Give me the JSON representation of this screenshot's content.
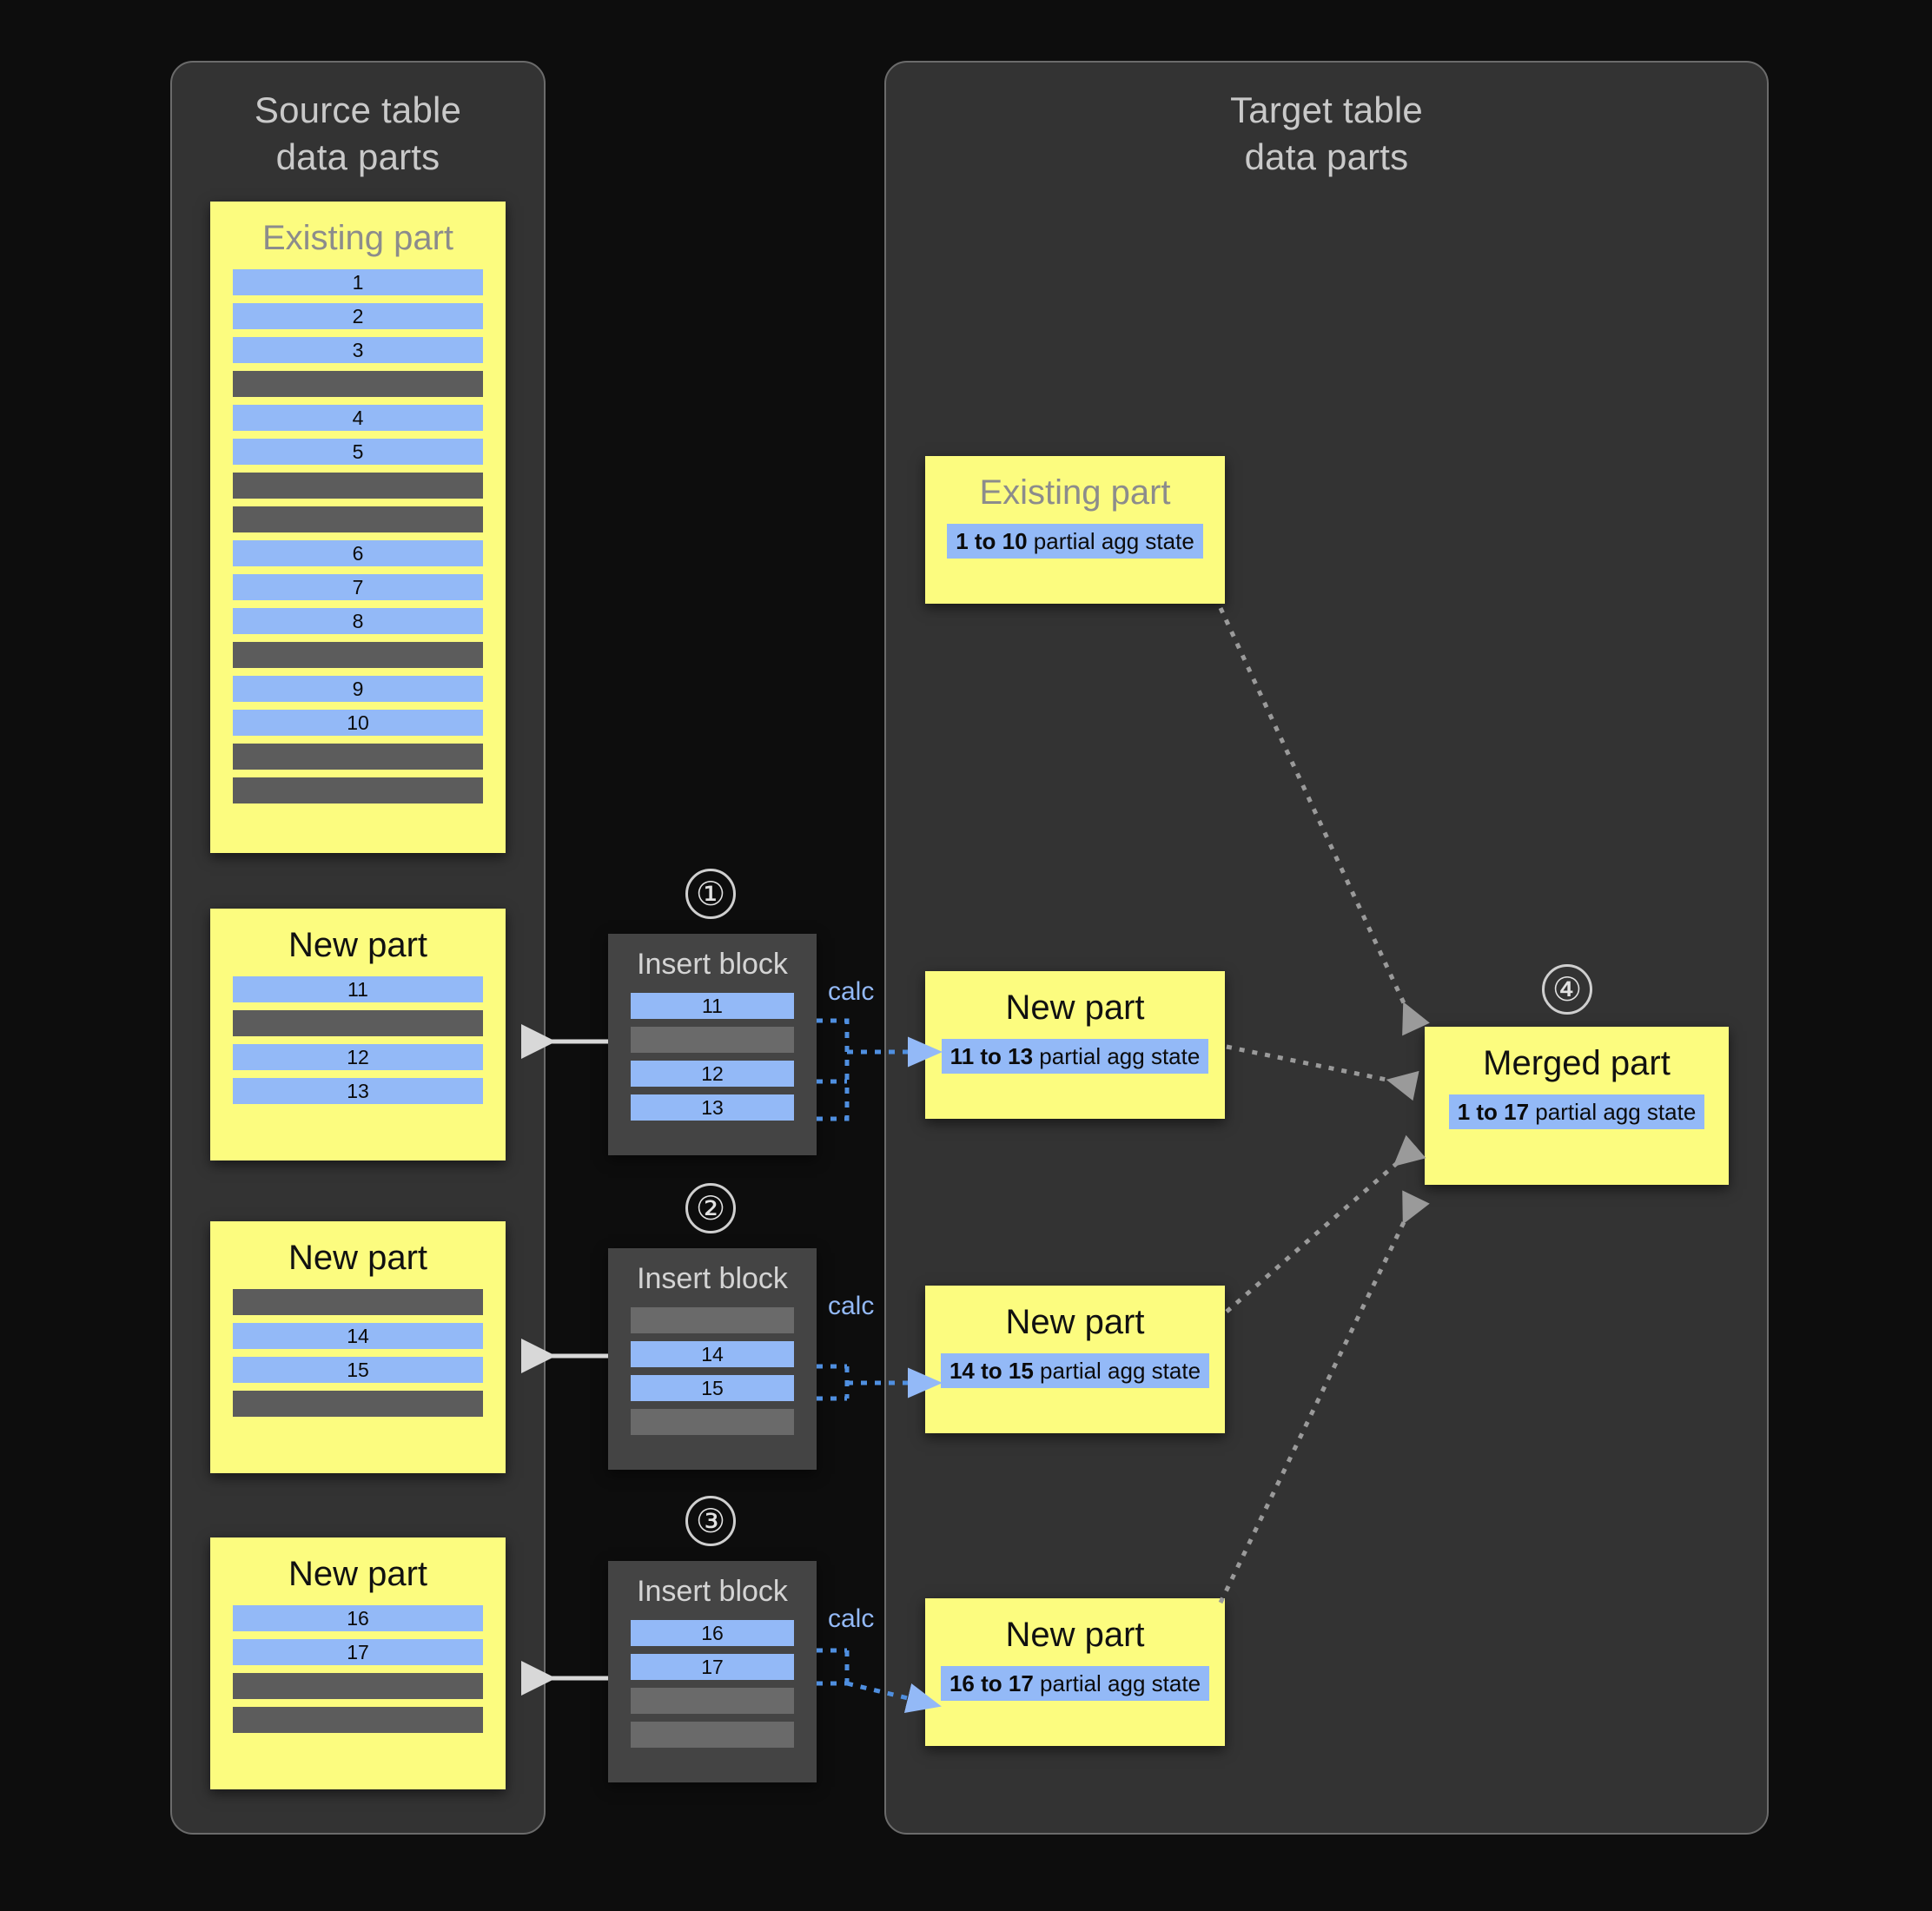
{
  "source_panel": {
    "title": "Source table\ndata parts",
    "parts": [
      {
        "title": "Existing part",
        "muted": true,
        "rows": [
          {
            "type": "blue",
            "label": "1"
          },
          {
            "type": "blue",
            "label": "2"
          },
          {
            "type": "blue",
            "label": "3"
          },
          {
            "type": "gray",
            "label": ""
          },
          {
            "type": "blue",
            "label": "4"
          },
          {
            "type": "blue",
            "label": "5"
          },
          {
            "type": "gray",
            "label": ""
          },
          {
            "type": "gray",
            "label": ""
          },
          {
            "type": "blue",
            "label": "6"
          },
          {
            "type": "blue",
            "label": "7"
          },
          {
            "type": "blue",
            "label": "8"
          },
          {
            "type": "gray",
            "label": ""
          },
          {
            "type": "blue",
            "label": "9"
          },
          {
            "type": "blue",
            "label": "10"
          },
          {
            "type": "gray",
            "label": ""
          },
          {
            "type": "gray",
            "label": ""
          }
        ]
      },
      {
        "title": "New part",
        "muted": false,
        "rows": [
          {
            "type": "blue",
            "label": "11"
          },
          {
            "type": "gray",
            "label": ""
          },
          {
            "type": "blue",
            "label": "12"
          },
          {
            "type": "blue",
            "label": "13"
          }
        ]
      },
      {
        "title": "New part",
        "muted": false,
        "rows": [
          {
            "type": "gray",
            "label": ""
          },
          {
            "type": "blue",
            "label": "14"
          },
          {
            "type": "blue",
            "label": "15"
          },
          {
            "type": "gray",
            "label": ""
          }
        ]
      },
      {
        "title": "New part",
        "muted": false,
        "rows": [
          {
            "type": "blue",
            "label": "16"
          },
          {
            "type": "blue",
            "label": "17"
          },
          {
            "type": "gray",
            "label": ""
          },
          {
            "type": "gray",
            "label": ""
          }
        ]
      }
    ]
  },
  "insert_blocks": [
    {
      "step": "①",
      "title": "Insert block",
      "calc_label": "calc",
      "rows": [
        {
          "type": "blue",
          "label": "11"
        },
        {
          "type": "gray",
          "label": ""
        },
        {
          "type": "blue",
          "label": "12"
        },
        {
          "type": "blue",
          "label": "13"
        }
      ]
    },
    {
      "step": "②",
      "title": "Insert block",
      "calc_label": "calc",
      "rows": [
        {
          "type": "gray",
          "label": ""
        },
        {
          "type": "blue",
          "label": "14"
        },
        {
          "type": "blue",
          "label": "15"
        },
        {
          "type": "gray",
          "label": ""
        }
      ]
    },
    {
      "step": "③",
      "title": "Insert block",
      "calc_label": "calc",
      "rows": [
        {
          "type": "blue",
          "label": "16"
        },
        {
          "type": "blue",
          "label": "17"
        },
        {
          "type": "gray",
          "label": ""
        },
        {
          "type": "gray",
          "label": ""
        }
      ]
    }
  ],
  "target_panel": {
    "title": "Target table\ndata parts",
    "merge_step": "④",
    "parts": [
      {
        "title": "Existing part",
        "muted": true,
        "agg_range": "1 to 10",
        "agg_suffix": " partial agg state"
      },
      {
        "title": "New part",
        "muted": false,
        "agg_range": "11 to 13",
        "agg_suffix": " partial agg state"
      },
      {
        "title": "New part",
        "muted": false,
        "agg_range": "14 to 15",
        "agg_suffix": " partial agg state"
      },
      {
        "title": "New part",
        "muted": false,
        "agg_range": "16 to 17",
        "agg_suffix": " partial agg state"
      }
    ],
    "merged_part": {
      "title": "Merged part",
      "agg_range": "1 to 17",
      "agg_suffix": " partial agg state"
    }
  },
  "colors": {
    "background": "#0d0d0d",
    "panel": "#333333",
    "panel_border": "#6b6b6b",
    "part_yellow": "#fcfc7f",
    "row_blue": "#93b9f7",
    "row_gray": "#5c5c5c",
    "insert_block": "#444444",
    "calc_blue": "#93b9f7",
    "arrow_white": "#d8d8d8",
    "arrow_dotted_gray": "#9a9a9a"
  }
}
